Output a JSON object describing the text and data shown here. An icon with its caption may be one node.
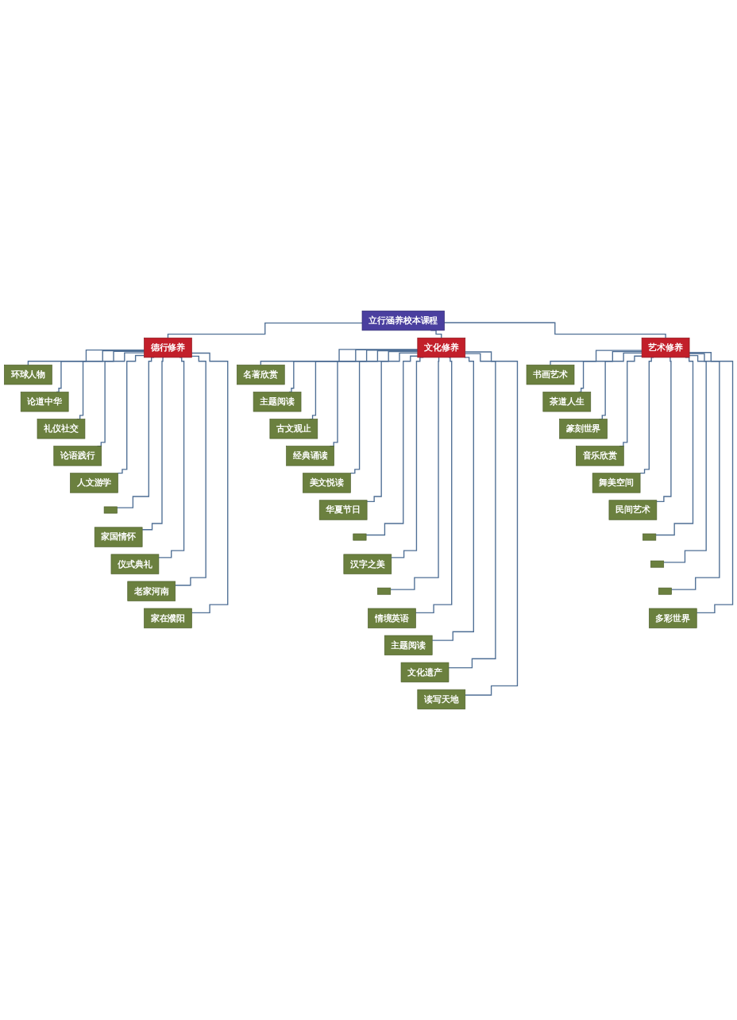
{
  "diagram": {
    "nodes": [
      {
        "text": [
          "立行涵养校本课程"
        ]
      },
      {
        "text": [
          "德行修养"
        ]
      },
      {
        "text": [
          "文化修养"
        ]
      },
      {
        "text": [
          "艺术修养"
        ]
      },
      {
        "text": [
          "环球人物"
        ]
      },
      {
        "text": [
          "论道中华"
        ]
      },
      {
        "text": [
          "礼仪社交"
        ]
      },
      {
        "text": [
          "论语践行"
        ]
      },
      {
        "text": [
          "人文游学"
        ]
      },
      {
        "text": [],
        "shape": "box"
      },
      {
        "text": [
          "家国情怀"
        ]
      },
      {
        "text": [
          "仪式典礼"
        ]
      },
      {
        "text": [
          "老家河南"
        ]
      },
      {
        "text": [
          "家在濮阳"
        ]
      },
      {
        "text": [
          "名著欣赏"
        ]
      },
      {
        "text": [
          "主题阅读"
        ]
      },
      {
        "text": [
          "古文观止"
        ]
      },
      {
        "text": [
          "经典诵读"
        ]
      },
      {
        "text": [
          "美文悦读"
        ]
      },
      {
        "text": [
          "华夏节日"
        ]
      },
      {
        "text": [],
        "shape": "box"
      },
      {
        "text": [
          "汉字之美"
        ]
      },
      {
        "text": [],
        "shape": "box"
      },
      {
        "text": [
          "情境英语"
        ]
      },
      {
        "text": [
          "主题阅读"
        ]
      },
      {
        "text": [
          "文化遗产"
        ]
      },
      {
        "text": [
          "读写天地"
        ]
      },
      {
        "text": [
          "书画艺术"
        ]
      },
      {
        "text": [
          "茶道人生"
        ]
      },
      {
        "text": [
          "篆刻世界"
        ]
      },
      {
        "text": [
          "音乐欣赏"
        ]
      },
      {
        "text": [
          "舞美空间"
        ]
      },
      {
        "text": [
          "民间艺术"
        ]
      },
      {
        "text": [],
        "shape": "box"
      },
      {
        "text": [],
        "shape": "box"
      },
      {
        "text": [],
        "shape": "box"
      },
      {
        "text": [
          "多彩世界"
        ]
      }
    ],
    "edges": [
      {
        "from": 0,
        "to": 1,
        "arrow": "none"
      },
      {
        "from": 0,
        "to": 2,
        "arrow": "none"
      },
      {
        "from": 0,
        "to": 3,
        "arrow": "none"
      },
      {
        "from": 1,
        "to": 4,
        "arrow": "none"
      },
      {
        "from": 1,
        "to": 5,
        "arrow": "none"
      },
      {
        "from": 1,
        "to": 6,
        "arrow": "none"
      },
      {
        "from": 1,
        "to": 7,
        "arrow": "none"
      },
      {
        "from": 1,
        "to": 8,
        "arrow": "none"
      },
      {
        "from": 1,
        "to": 9,
        "arrow": "none"
      },
      {
        "from": 1,
        "to": 10,
        "arrow": "none"
      },
      {
        "from": 1,
        "to": 11,
        "arrow": "none"
      },
      {
        "from": 1,
        "to": 12,
        "arrow": "none"
      },
      {
        "from": 1,
        "to": 13,
        "arrow": "none"
      },
      {
        "from": 2,
        "to": 14,
        "arrow": "none"
      },
      {
        "from": 2,
        "to": 15,
        "arrow": "none"
      },
      {
        "from": 2,
        "to": 16,
        "arrow": "none"
      },
      {
        "from": 2,
        "to": 17,
        "arrow": "none"
      },
      {
        "from": 2,
        "to": 18,
        "arrow": "none"
      },
      {
        "from": 2,
        "to": 19,
        "arrow": "none"
      },
      {
        "from": 2,
        "to": 20,
        "arrow": "none"
      },
      {
        "from": 2,
        "to": 21,
        "arrow": "none"
      },
      {
        "from": 2,
        "to": 22,
        "arrow": "none"
      },
      {
        "from": 2,
        "to": 23,
        "arrow": "none"
      },
      {
        "from": 2,
        "to": 24,
        "arrow": "none"
      },
      {
        "from": 2,
        "to": 25,
        "arrow": "none"
      },
      {
        "from": 2,
        "to": 26,
        "arrow": "none"
      },
      {
        "from": 3,
        "to": 27,
        "arrow": "none"
      },
      {
        "from": 3,
        "to": 28,
        "arrow": "none"
      },
      {
        "from": 3,
        "to": 29,
        "arrow": "none"
      },
      {
        "from": 3,
        "to": 30,
        "arrow": "none"
      },
      {
        "from": 3,
        "to": 31,
        "arrow": "none"
      },
      {
        "from": 3,
        "to": 32,
        "arrow": "none"
      },
      {
        "from": 3,
        "to": 33,
        "arrow": "none"
      },
      {
        "from": 3,
        "to": 34,
        "arrow": "none"
      },
      {
        "from": 3,
        "to": 35,
        "arrow": "none"
      },
      {
        "from": 3,
        "to": 36,
        "arrow": "none"
      }
    ]
  }
}
